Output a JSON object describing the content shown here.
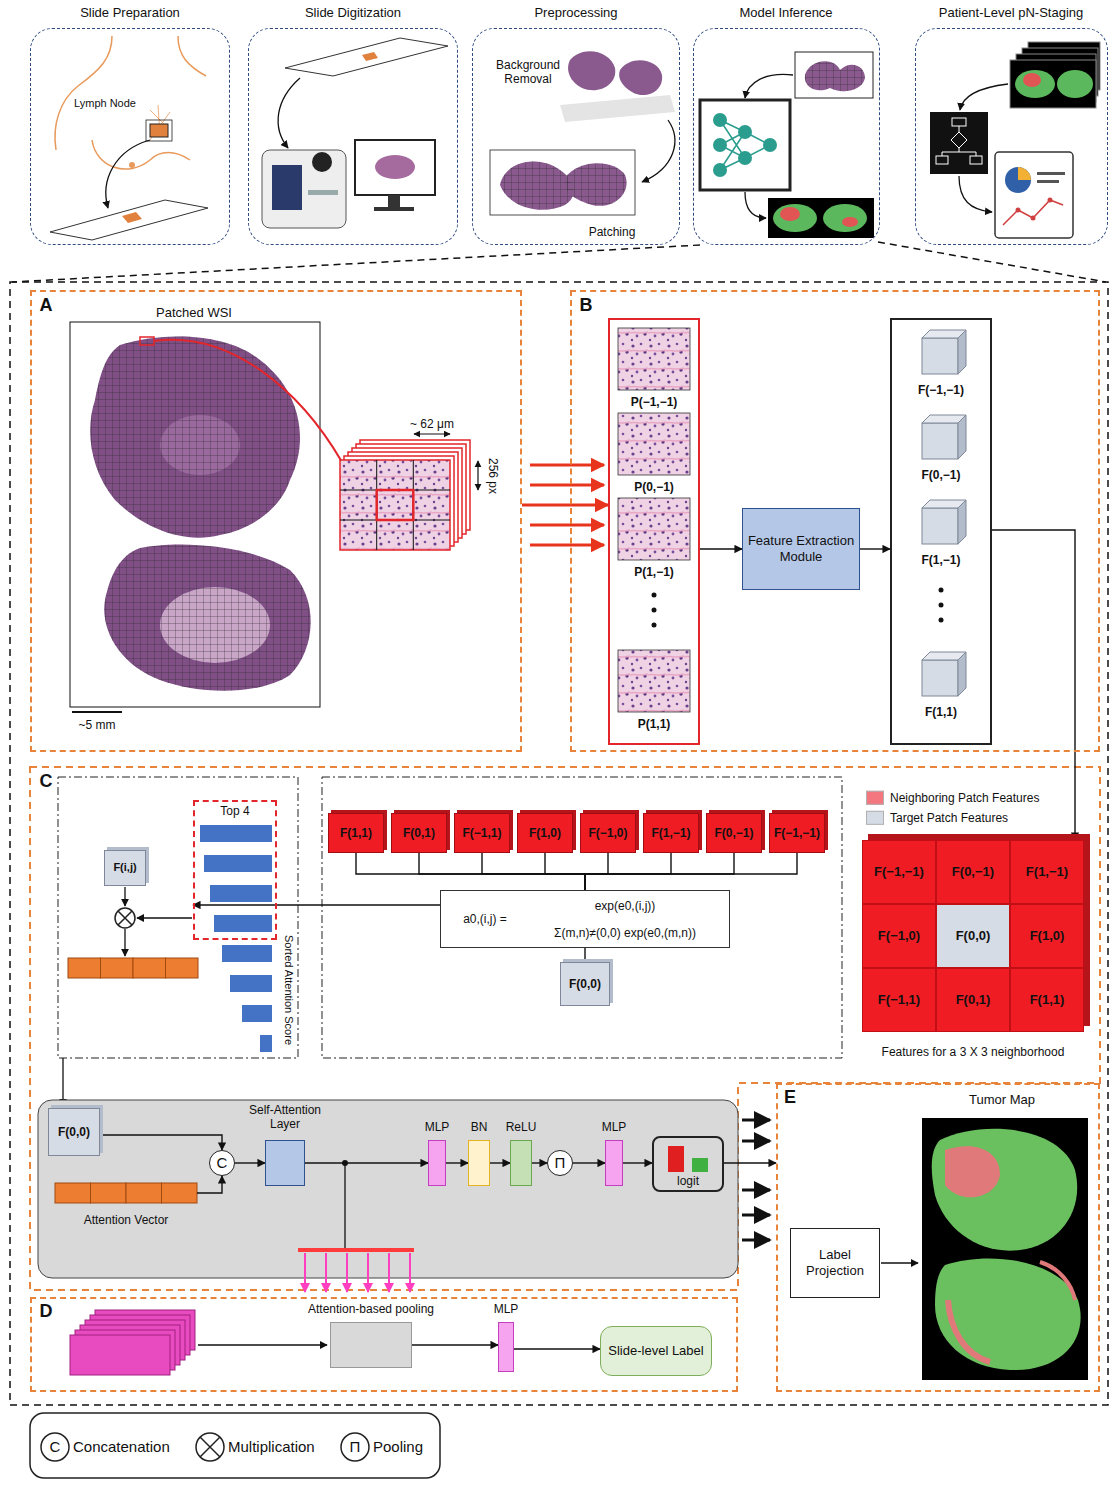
{
  "diagram": {
    "nodes": [
      {
        "text": [
          "Slide Preparation"
        ]
      },
      {
        "text": [
          "Slide Digitization"
        ]
      },
      {
        "text": [
          "Preprocessing"
        ]
      },
      {
        "text": [
          "Model Inference"
        ]
      },
      {
        "text": [
          "Patient-Level pN-Staging"
        ]
      },
      {
        "text": [
          "A"
        ]
      },
      {
        "text": [
          "B"
        ]
      },
      {
        "text": [
          "P(−1,−1)",
          "P(0,−1)",
          "P(1,−1)",
          "P(1,1)"
        ],
        "in": 6
      },
      {
        "text": [
          "Feature Extraction Module"
        ],
        "in": 6
      },
      {
        "text": [
          "F(−1,−1)",
          "F(0,−1)",
          "F(1,−1)",
          "F(1,1)"
        ],
        "in": 6
      },
      {
        "text": [
          "C"
        ]
      },
      {
        "text": [
          "F(i,j)"
        ],
        "in": 10
      },
      {
        "text": [
          "Top 4"
        ],
        "in": 10
      },
      {
        "text": [
          "F(1,1)"
        ],
        "in": 10
      },
      {
        "text": [
          "F(0,1)"
        ],
        "in": 10
      },
      {
        "text": [
          "F(−1,1)"
        ],
        "in": 10
      },
      {
        "text": [
          "F(1,0)"
        ],
        "in": 10
      },
      {
        "text": [
          "F(−1,0)"
        ],
        "in": 10
      },
      {
        "text": [
          "F(1,−1)"
        ],
        "in": 10
      },
      {
        "text": [
          "F(0,−1)"
        ],
        "in": 10
      },
      {
        "text": [
          "F(−1,−1)"
        ],
        "in": 10
      },
      {
        "text": [
          "a0,(i,j) =",
          "exp(e0,(i,j))",
          "Σ(m,n)≠(0,0) exp(e0,(m,n))"
        ],
        "in": 10
      },
      {
        "text": [
          "F(0,0)"
        ],
        "in": 10
      },
      {
        "text": [
          "Features for a 3 X 3 neighborhood"
        ],
        "in": 10
      },
      {
        "text": [
          "F(−1,−1)"
        ],
        "in": 23
      },
      {
        "text": [
          "F(0,−1)"
        ],
        "in": 23
      },
      {
        "text": [
          "F(1,−1)"
        ],
        "in": 23
      },
      {
        "text": [
          "F(−1,0)"
        ],
        "in": 23
      },
      {
        "text": [
          "F(0,0)"
        ],
        "in": 23
      },
      {
        "text": [
          "F(1,0)"
        ],
        "in": 23
      },
      {
        "text": [
          "F(−1,1)"
        ],
        "in": 23
      },
      {
        "text": [
          "F(0,1)"
        ],
        "in": 23
      },
      {
        "text": [
          "F(1,1)"
        ],
        "in": 23
      },
      {
        "text": [
          "F(0,0)"
        ],
        "in": 10
      },
      {
        "text": [
          "Attention Vector"
        ],
        "in": 10
      },
      {
        "text": [
          "C"
        ],
        "in": 10
      },
      {
        "text": [
          "Self-Attention Layer"
        ],
        "in": 10
      },
      {
        "text": [
          "MLP"
        ],
        "in": 10
      },
      {
        "text": [
          "BN"
        ],
        "in": 10
      },
      {
        "text": [
          "ReLU"
        ],
        "in": 10
      },
      {
        "text": [
          "Π"
        ],
        "in": 10
      },
      {
        "text": [
          "MLP"
        ],
        "in": 10
      },
      {
        "text": [
          "logit"
        ],
        "in": 10
      },
      {
        "text": [
          "D"
        ]
      },
      {
        "text": [
          "Attention-based pooling"
        ],
        "in": 43
      },
      {
        "text": [
          "MLP"
        ],
        "in": 43
      },
      {
        "text": [
          "Slide-level Label"
        ],
        "in": 43
      },
      {
        "text": [
          "E"
        ]
      },
      {
        "text": [
          "Label Projection"
        ],
        "in": 47
      }
    ],
    "edges": [
      {
        "from": 5,
        "to": 7,
        "arrow": "to"
      },
      {
        "from": 7,
        "to": 8,
        "arrow": "to"
      },
      {
        "from": 8,
        "to": 9,
        "arrow": "to"
      },
      {
        "from": 9,
        "to": 23,
        "arrow": "to"
      },
      {
        "from": 13,
        "to": 21,
        "arrow": "none"
      },
      {
        "from": 14,
        "to": 21,
        "arrow": "none"
      },
      {
        "from": 15,
        "to": 21,
        "arrow": "none"
      },
      {
        "from": 16,
        "to": 21,
        "arrow": "none"
      },
      {
        "from": 17,
        "to": 21,
        "arrow": "none"
      },
      {
        "from": 18,
        "to": 21,
        "arrow": "none"
      },
      {
        "from": 19,
        "to": 21,
        "arrow": "none"
      },
      {
        "from": 20,
        "to": 21,
        "arrow": "none"
      },
      {
        "from": 22,
        "to": 21,
        "arrow": "none"
      },
      {
        "from": 21,
        "to": 12,
        "arrow": "to"
      },
      {
        "from": 33,
        "to": 35,
        "arrow": "to"
      },
      {
        "from": 34,
        "to": 35,
        "arrow": "to"
      },
      {
        "from": 35,
        "to": 36,
        "arrow": "to"
      },
      {
        "from": 36,
        "to": 37,
        "arrow": "to"
      },
      {
        "from": 37,
        "to": 38,
        "arrow": "to"
      },
      {
        "from": 38,
        "to": 39,
        "arrow": "to"
      },
      {
        "from": 39,
        "to": 40,
        "arrow": "to"
      },
      {
        "from": 40,
        "to": 41,
        "arrow": "to"
      },
      {
        "from": 41,
        "to": 42,
        "arrow": "to"
      },
      {
        "from": 42,
        "to": 47,
        "arrow": "to"
      },
      {
        "from": 44,
        "to": 45,
        "arrow": "to"
      },
      {
        "from": 45,
        "to": 46,
        "arrow": "to"
      }
    ],
    "labels": [
      "Lymph Node",
      "Background Removal",
      "Patching",
      "Patched WSI",
      "~ 62 μm",
      "256 px",
      "~5 mm",
      "Sorted Attention Score",
      "Tumor Map",
      "C",
      "Π"
    ],
    "legend": [
      {
        "text": "Neighboring Patch Features",
        "color": "#f4777f"
      },
      {
        "text": "Target Patch Features",
        "color": "#d6dce5"
      },
      {
        "text": "Concatenation"
      },
      {
        "text": "Multiplication"
      },
      {
        "text": "Pooling"
      }
    ]
  }
}
